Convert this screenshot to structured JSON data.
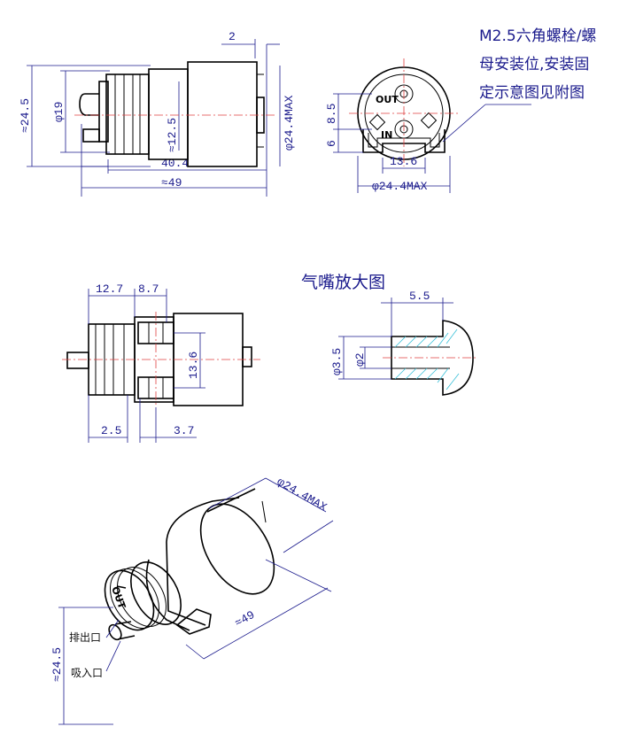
{
  "top_left_view": {
    "dims": {
      "d_2": "2",
      "d_24_5": "≈24.5",
      "d_phi19": "φ19",
      "d_12_5": "≈12.5",
      "d_phi24_4": "φ24.4MAX",
      "d_40_4": "40.4",
      "d_49": "≈49"
    }
  },
  "end_view": {
    "port_out": "OUT",
    "port_in": "IN",
    "dims": {
      "d_8_5": "8.5",
      "d_6": "6",
      "d_13_6": "13.6",
      "d_phi24_4": "φ24.4MAX"
    }
  },
  "note": {
    "lines": [
      "M2.5六角螺栓/螺",
      "母安装位,安装固",
      "定示意图见附图"
    ]
  },
  "plan_view": {
    "dims": {
      "d_12_7": "12.7",
      "d_8_7": "8.7",
      "d_13_6": "13.6",
      "d_2_5": "2.5",
      "d_3_7": "3.7"
    }
  },
  "nozzle_view": {
    "title": "气嘴放大图",
    "dims": {
      "d_5_5": "5.5",
      "d_phi3_5": "φ3.5",
      "d_phi2": "φ2"
    }
  },
  "iso_view": {
    "dims": {
      "d_phi24_4": "φ24.4MAX",
      "d_49": "≈49",
      "d_24_5": "≈24.5"
    },
    "outlet_label": "排出口",
    "inlet_label": "吸入口",
    "port_mark": "OUT"
  },
  "colors": {
    "dimension": "#1a1a8c",
    "centerline": "#e04040",
    "hatch": "#38c0d8",
    "outline": "#000000"
  }
}
